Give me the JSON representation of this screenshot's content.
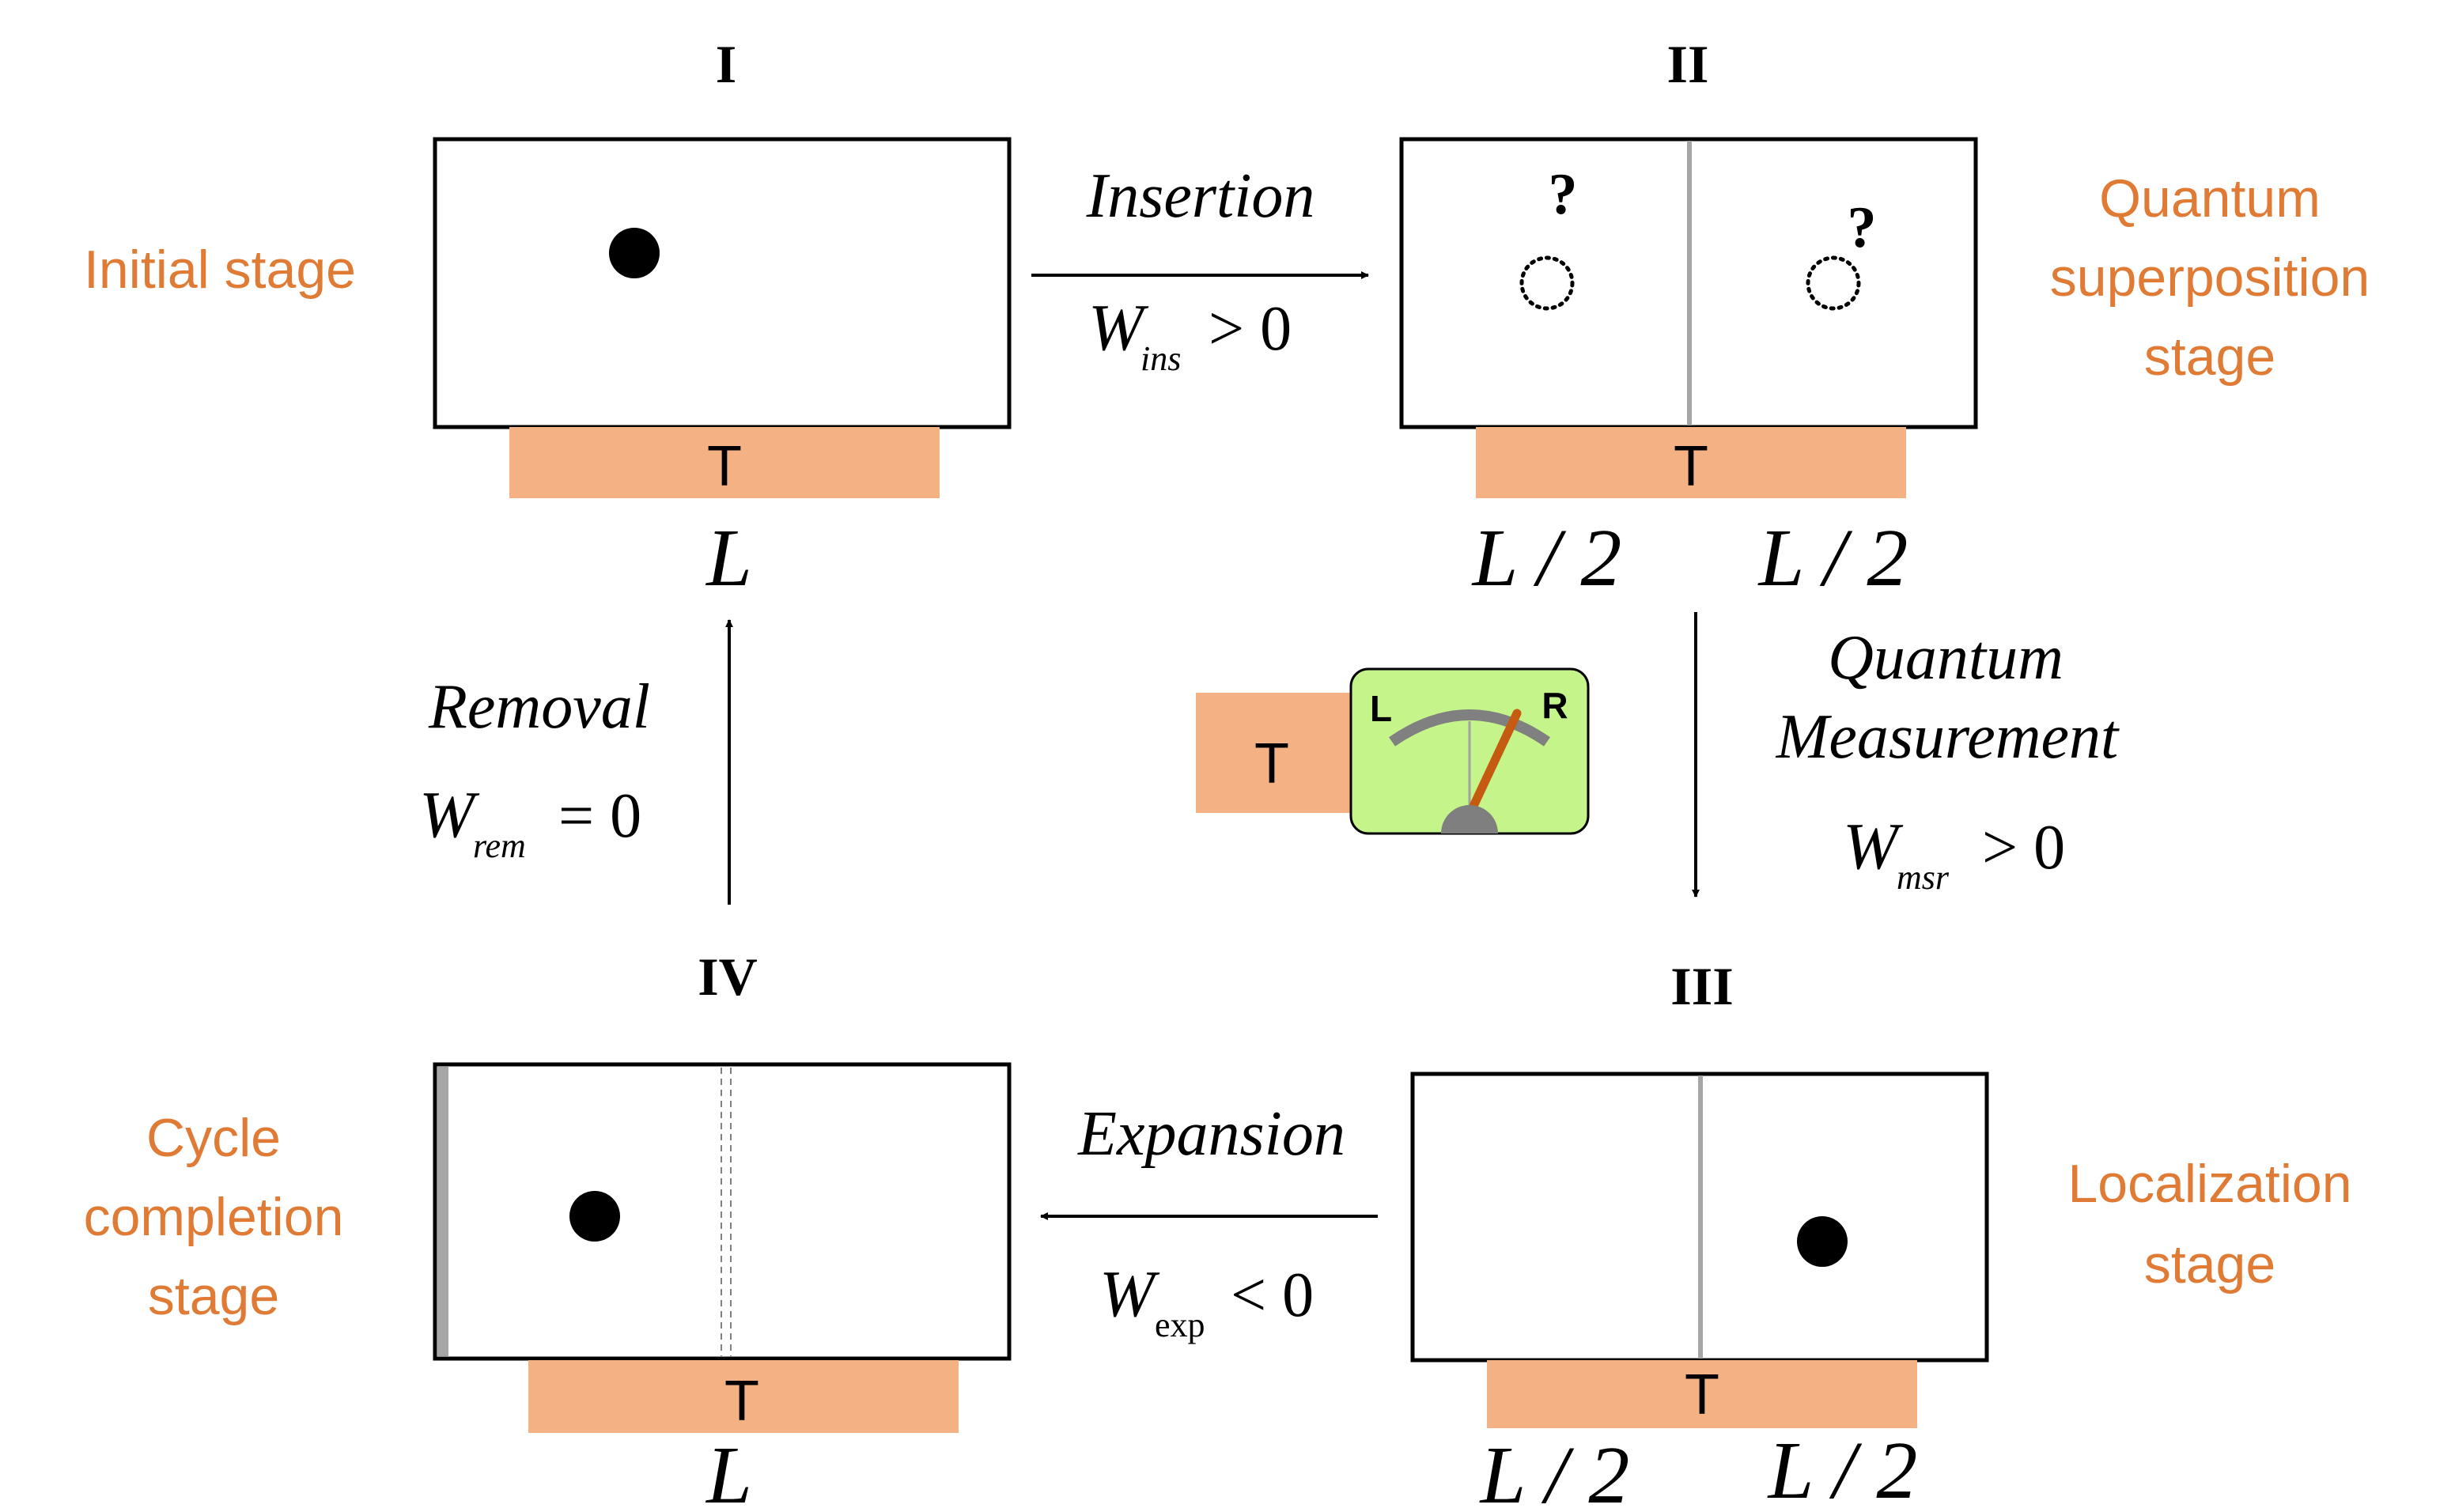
{
  "stages": {
    "I": {
      "numeral": "I",
      "label_lines": [
        "Initial stage"
      ],
      "length_labels": [
        "L"
      ]
    },
    "II": {
      "numeral": "II",
      "label_lines": [
        "Quantum",
        "superposition",
        "stage"
      ],
      "length_labels": [
        "L / 2",
        "L / 2"
      ],
      "unknown_marks": [
        "?",
        "?"
      ]
    },
    "III": {
      "numeral": "III",
      "label_lines": [
        "Localization",
        "stage"
      ],
      "length_labels": [
        "L / 2",
        "L / 2"
      ]
    },
    "IV": {
      "numeral": "IV",
      "label_lines": [
        "Cycle",
        "completion",
        "stage"
      ],
      "length_labels": [
        "L"
      ]
    }
  },
  "reservoir_label": "T",
  "processes": {
    "insertion": {
      "name": "Insertion",
      "work_symbol": "W",
      "work_subscript": "ins",
      "relation": "> 0"
    },
    "measurement": {
      "name_lines": [
        "Quantum",
        "Measurement"
      ],
      "work_symbol": "W",
      "work_subscript": "msr",
      "relation": "> 0"
    },
    "expansion": {
      "name": "Expansion",
      "work_symbol": "W",
      "work_subscript": "exp",
      "relation": "< 0"
    },
    "removal": {
      "name": "Removal",
      "work_symbol": "W",
      "work_subscript": "rem",
      "relation": "= 0"
    }
  },
  "meter": {
    "left_letter": "L",
    "right_letter": "R",
    "reservoir_label": "T",
    "needle_points_to": "R"
  },
  "colors": {
    "label_orange": "#e07b35",
    "reservoir_fill": "#f4b183",
    "meter_face": "#c5f58a",
    "needle": "#c55a11",
    "partition": "#a6a6a6"
  },
  "icons": [
    "right-arrow-icon",
    "down-arrow-icon",
    "left-arrow-icon",
    "up-arrow-icon",
    "meter-icon"
  ]
}
